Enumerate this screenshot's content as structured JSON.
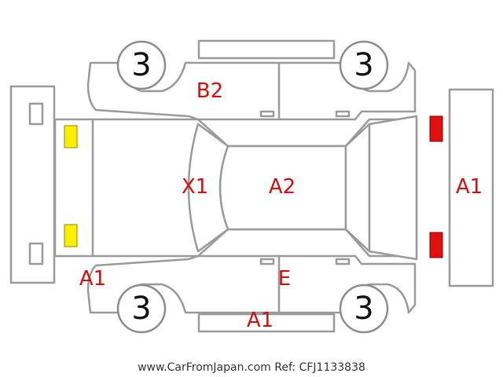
{
  "diagram": {
    "wheels": [
      {
        "id": "front-left",
        "number": "3"
      },
      {
        "id": "rear-left",
        "number": "3"
      },
      {
        "id": "front-right",
        "number": "3"
      },
      {
        "id": "rear-right",
        "number": "3"
      }
    ],
    "damage_codes": {
      "b2": "B2",
      "x1": "X1",
      "a2": "A2",
      "a1_rear": "A1",
      "a1_front_bumper": "A1",
      "e": "E",
      "a1_bottom": "A1"
    },
    "footer": "www.CarFromJapan.com Ref: CFJ1133838"
  },
  "colors": {
    "outline": "#9a9a9a",
    "code_text": "#cc1111",
    "rear_light_yellow": "#ffee00",
    "front_light_red": "#e01010"
  },
  "icons": {
    "wheel": "circle-with-number",
    "light": "rectangle-marker"
  }
}
